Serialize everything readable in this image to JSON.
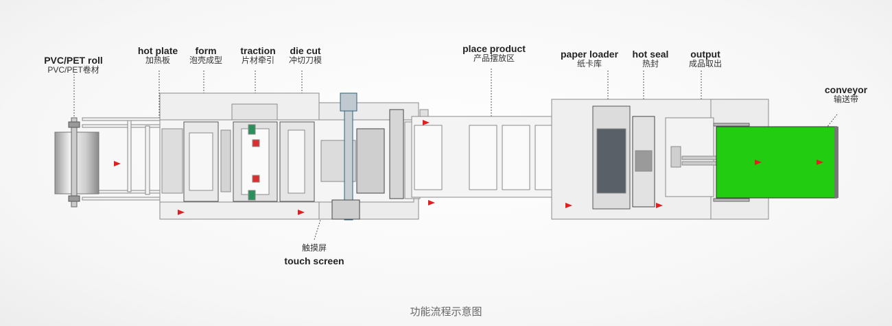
{
  "labels": {
    "pvc_roll": {
      "en": "PVC/PET roll",
      "zh": "PVC/PET卷材"
    },
    "hot_plate": {
      "en": "hot plate",
      "zh": "加热板"
    },
    "form": {
      "en": "form",
      "zh": "泡壳成型"
    },
    "traction": {
      "en": "traction",
      "zh": "片材牵引"
    },
    "die_cut": {
      "en": "die cut",
      "zh": "冲切刀模"
    },
    "place_product": {
      "en": "place product",
      "zh": "产品摆放区"
    },
    "paper_loader": {
      "en": "paper loader",
      "zh": "纸卡库"
    },
    "hot_seal": {
      "en": "hot seal",
      "zh": "热封"
    },
    "output": {
      "en": "output",
      "zh": "成品取出"
    },
    "conveyor": {
      "en": "conveyor",
      "zh": "输送带"
    },
    "touch_screen": {
      "en": "touch screen",
      "zh": "触摸屏"
    }
  },
  "caption": "功能流程示意图",
  "colors": {
    "conveyor_green": "#22cc11",
    "arrow_red": "#e02020",
    "frame_gray": "#eeeeee"
  }
}
